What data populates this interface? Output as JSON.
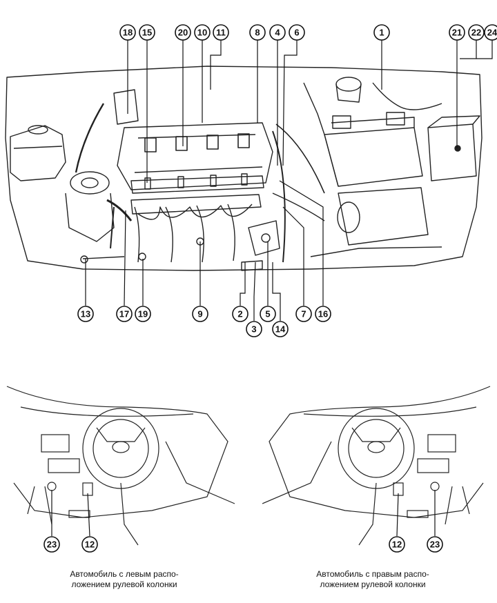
{
  "engine_callouts": {
    "top": [
      "18",
      "15",
      "20",
      "10",
      "11",
      "8",
      "4",
      "6",
      "1",
      "21",
      "22",
      "24"
    ],
    "bottom": [
      "13",
      "17",
      "19",
      "9",
      "2",
      "3",
      "5",
      "14",
      "7",
      "16"
    ]
  },
  "cabin_left": {
    "callouts": [
      "23",
      "12"
    ],
    "caption_line1": "Автомобиль с левым распо-",
    "caption_line2": "ложением рулевой колонки"
  },
  "cabin_right": {
    "callouts": [
      "12",
      "23"
    ],
    "caption_line1": "Автомобиль с правым распо-",
    "caption_line2": "ложением рулевой колонки"
  }
}
